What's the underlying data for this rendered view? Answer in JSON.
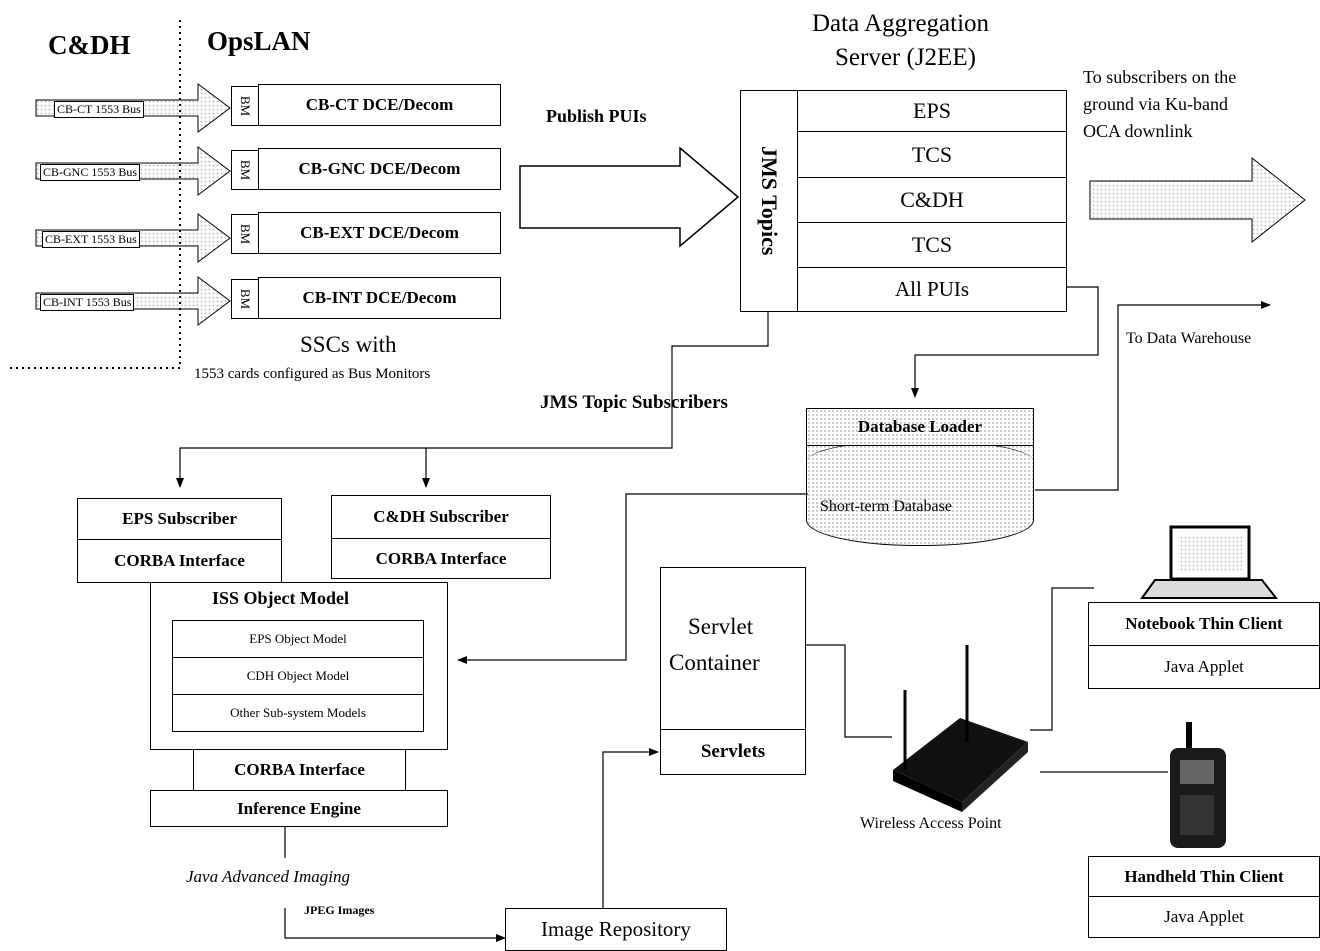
{
  "labels": {
    "cdh": "C&DH",
    "opslan": "OpsLAN",
    "server_title_1": "Data Aggregation",
    "server_title_2": "Server (J2EE)",
    "publish_puis": "Publish PUIs",
    "to_subscribers_1": "To subscribers on the",
    "to_subscribers_2": "ground via Ku-band",
    "to_subscribers_3": "OCA downlink",
    "to_data_warehouse": "To Data Warehouse",
    "sscs_with": "SSCs with",
    "sscs_sub": "1553 cards configured as Bus Monitors",
    "jms_topic_subscribers": "JMS Topic Subscribers",
    "jms_topics": "JMS Topics",
    "java_advanced_imaging": "Java Advanced Imaging",
    "jpeg_images": "JPEG Images",
    "wireless_access_point": "Wireless Access Point"
  },
  "buses": [
    {
      "bus": "CB-CT 1553 Bus",
      "bm": "BM",
      "dce": "CB-CT DCE/Decom"
    },
    {
      "bus": "CB-GNC 1553 Bus",
      "bm": "BM",
      "dce": "CB-GNC DCE/Decom"
    },
    {
      "bus": "CB-EXT 1553 Bus",
      "bm": "BM",
      "dce": "CB-EXT DCE/Decom"
    },
    {
      "bus": "CB-INT 1553 Bus",
      "bm": "BM",
      "dce": "CB-INT DCE/Decom"
    }
  ],
  "topics": [
    "EPS",
    "TCS",
    "C&DH",
    "TCS",
    "All PUIs"
  ],
  "database": {
    "loader": "Database Loader",
    "name": "Short-term Database"
  },
  "eps_subscriber": {
    "title": "EPS  Subscriber",
    "iface": "CORBA Interface"
  },
  "cdh_subscriber": {
    "title": "C&DH Subscriber",
    "iface": "CORBA Interface"
  },
  "object_model": {
    "title": "ISS Object Model",
    "items": [
      "EPS Object Model",
      "CDH Object Model",
      "Other Sub-system Models"
    ],
    "corba": "CORBA Interface",
    "inference": "Inference Engine"
  },
  "servlet": {
    "title_1": "Servlet",
    "title_2": "Container",
    "servlets": "Servlets"
  },
  "image_repository": "Image Repository",
  "notebook": {
    "title": "Notebook Thin Client",
    "sub": "Java Applet"
  },
  "handheld": {
    "title": "Handheld Thin Client",
    "sub": "Java Applet"
  }
}
